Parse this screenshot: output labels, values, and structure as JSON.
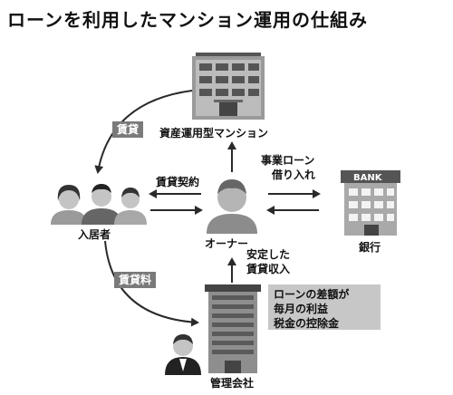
{
  "title": "ローンを利用したマンション運用の仕組み",
  "nodes": {
    "mansion": "資産運用型マンション",
    "tenants": "入居者",
    "owner": "オーナー",
    "bank": "銀行",
    "bank_sign": "BANK",
    "management": "管理会社"
  },
  "edges": {
    "rent_tag": "賃貸",
    "rent_fee_tag": "賃貸料",
    "lease_contract": "賃貸契約",
    "business_loan": [
      "事業ローン",
      "借り入れ"
    ],
    "stable_rent_income": [
      "安定した",
      "賃貸収入"
    ]
  },
  "note": {
    "lines": [
      "ローンの差額が",
      "毎月の利益",
      "税金の控除金"
    ]
  },
  "colors": {
    "tag_bg": "#7a7a7a",
    "note_bg": "#c7c7c7",
    "arrow": "#2a2a2a"
  }
}
